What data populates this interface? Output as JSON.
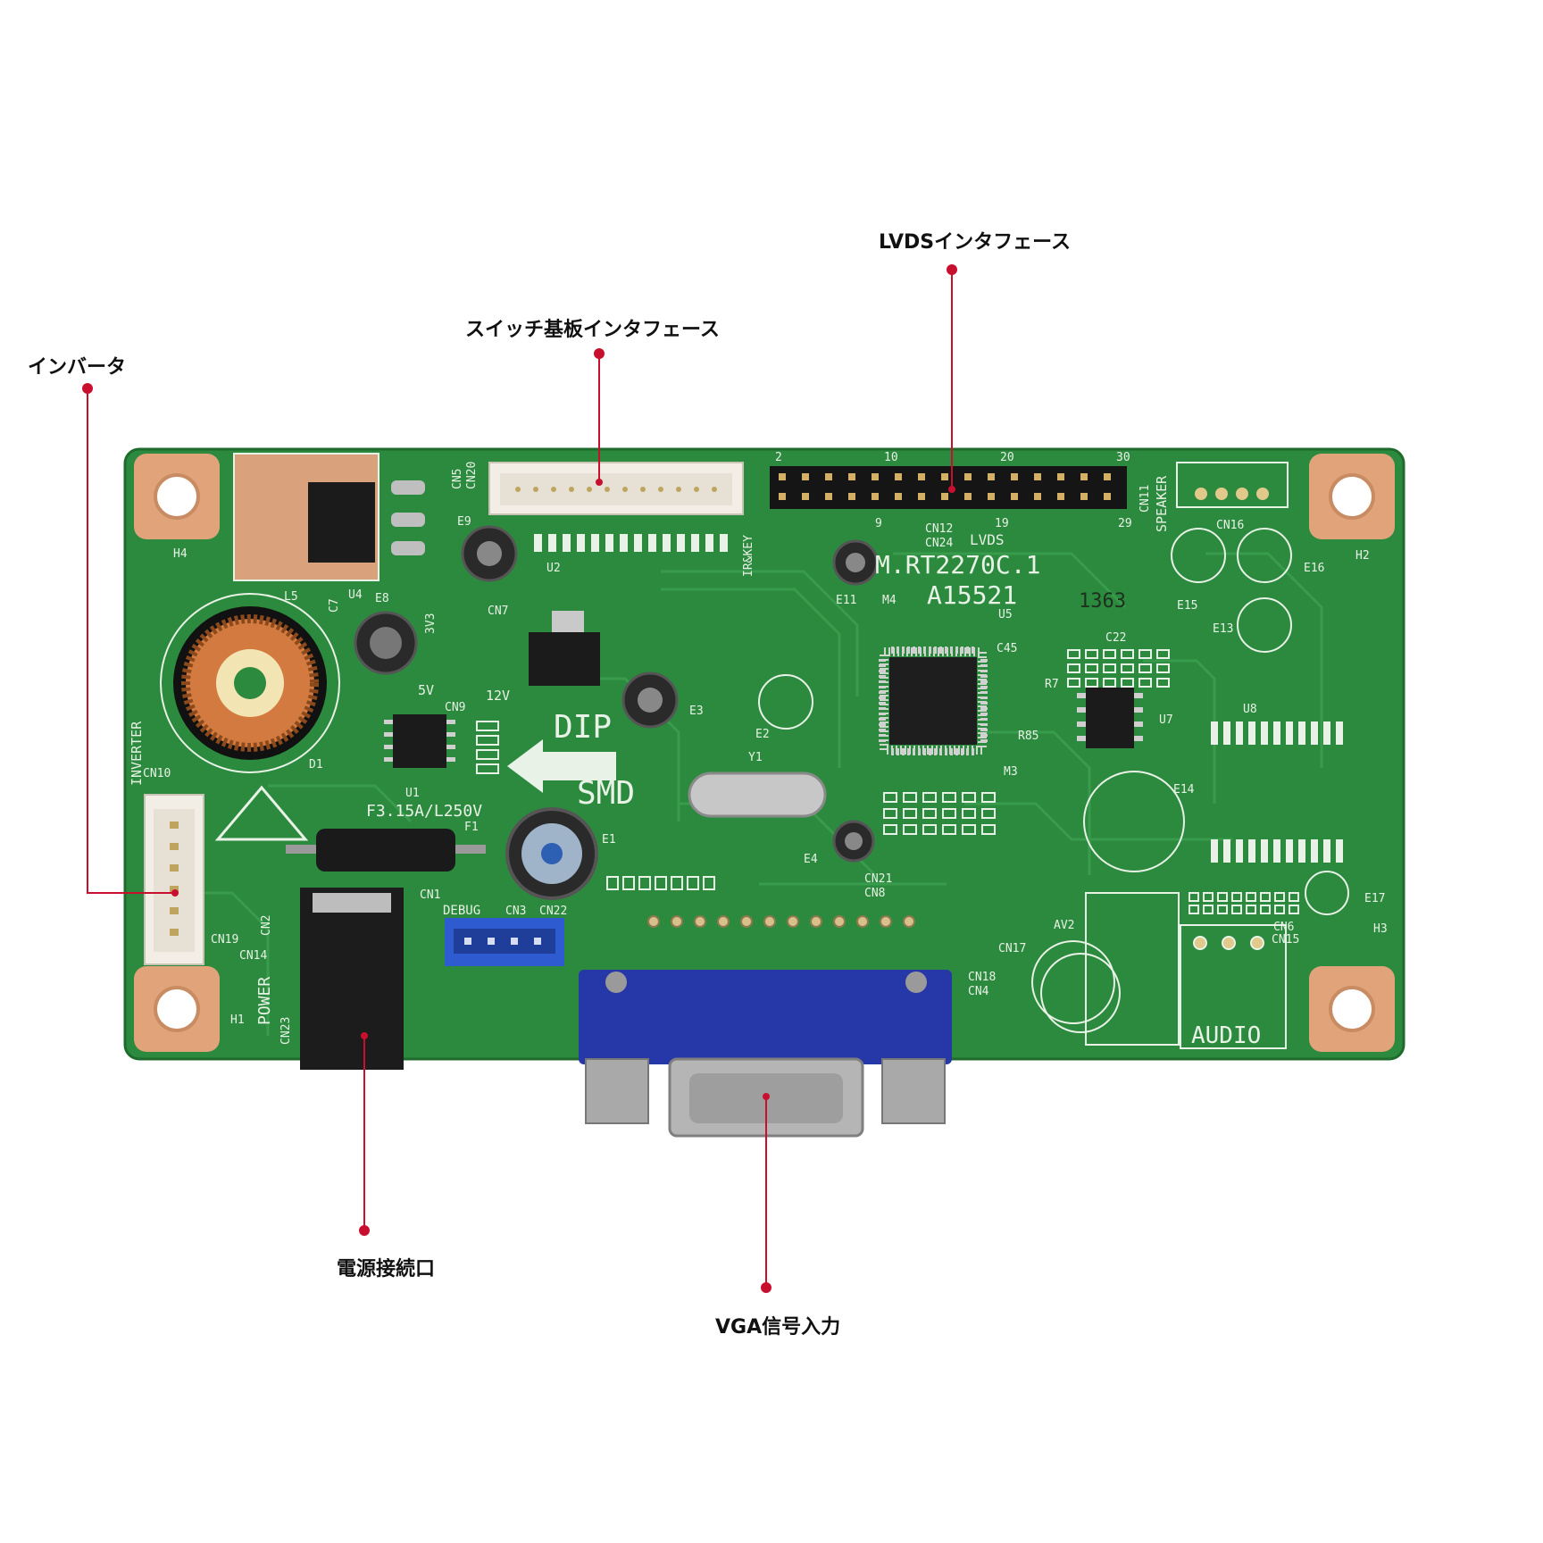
{
  "callouts": {
    "inverter": "インバータ",
    "switch_board": "スイッチ基板インタフェース",
    "lvds": "LVDSインタフェース",
    "power": "電源接続口",
    "vga": "VGA信号入力"
  },
  "silkscreen": {
    "model": "M.RT2270C.1",
    "serial": "A15521",
    "lot": "1363",
    "dip": "DIP",
    "smd": "SMD",
    "lvds": "LVDS",
    "audio": "AUDIO",
    "inverter": "INVERTER",
    "power": "POWER",
    "speaker": "SPEAKER",
    "fuse": "F3.15A/L250V",
    "debug": "DEBUG",
    "ir_key": "IR&KEY",
    "v5": "5V",
    "v12": "12V",
    "v3": "3V3",
    "cn12": "CN12",
    "cn24": "CN24",
    "cn11": "CN11",
    "cn16": "CN16",
    "cn10": "CN10",
    "cn19": "CN19",
    "cn14": "CN14",
    "cn23": "CN23",
    "cn1": "CN1",
    "cn2": "CN2",
    "cn5": "CN5",
    "cn20": "CN20",
    "cn7": "CN7",
    "cn9": "CN9",
    "cn3": "CN3",
    "cn22": "CN22",
    "cn21": "CN21",
    "cn8": "CN8",
    "cn17": "CN17",
    "cn18": "CN18",
    "cn4": "CN4",
    "cn6": "CN6",
    "cn15": "CN15",
    "av2": "AV2",
    "h1": "H1",
    "h2": "H2",
    "h3": "H3",
    "h4": "H4",
    "u1": "U1",
    "u2": "U2",
    "u4": "U4",
    "u5": "U5",
    "u7": "U7",
    "u8": "U8",
    "m3": "M3",
    "m4": "M4",
    "e1": "E1",
    "e2": "E2",
    "e3": "E3",
    "e4": "E4",
    "e8": "E8",
    "e9": "E9",
    "e11": "E11",
    "e13": "E13",
    "e14": "E14",
    "e15": "E15",
    "e16": "E16",
    "e17": "E17",
    "l5": "L5",
    "c7": "C7",
    "d1": "D1",
    "f1": "F1",
    "y1": "Y1",
    "c22": "C22",
    "c45": "C45",
    "r7": "R7",
    "r85": "R85",
    "pin2": "2",
    "pin10": "10",
    "pin20": "20",
    "pin30": "30",
    "pin9": "9",
    "pin19": "19",
    "pin29": "29"
  },
  "colors": {
    "pcb": "#2c8a3e",
    "pad": "#e0a37a",
    "callout_line": "#c8102e",
    "vga_blue": "#2637a8"
  }
}
